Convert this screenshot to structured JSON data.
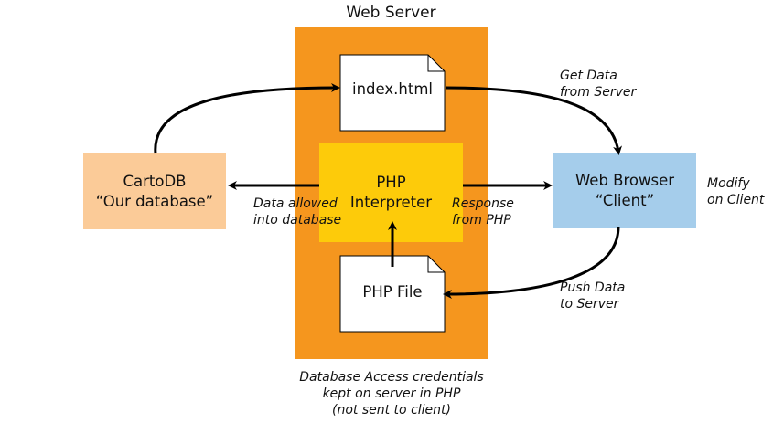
{
  "server": {
    "title": "Web Server"
  },
  "documents": {
    "index": "index.html",
    "php_file": "PHP File"
  },
  "php_interpreter": {
    "line1": "PHP",
    "line2": "Interpreter"
  },
  "cartodb": {
    "line1": "CartoDB",
    "line2": "“Our database”"
  },
  "browser": {
    "line1": "Web Browser",
    "line2": "“Client”"
  },
  "labels": {
    "get_data_1": "Get Data",
    "get_data_2": "from Server",
    "modify_1": "Modify",
    "modify_2": "on Client",
    "push_1": "Push Data",
    "push_2": "to Server",
    "allowed_1": "Data allowed",
    "allowed_2": "into database",
    "response_1": "Response",
    "response_2": "from PHP"
  },
  "footer": {
    "line1": "Database Access credentials",
    "line2": "kept on server in PHP",
    "line3": "(not sent to client)"
  },
  "colors": {
    "server": "#F5961E",
    "php": "#FDCB0A",
    "cartodb": "#FBCB98",
    "browser": "#A5CDEB",
    "arrow": "#000000"
  }
}
